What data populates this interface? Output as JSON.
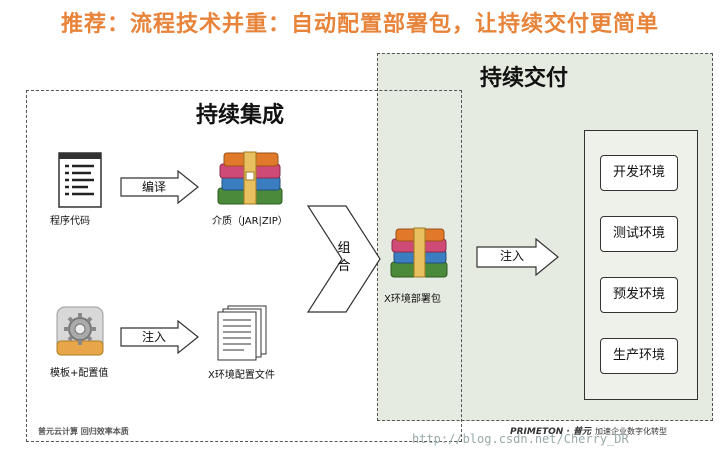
{
  "title": "推荐：流程技术并重：自动配置部署包，让持续交付更简单",
  "continuous_delivery": {
    "title": "持续交付",
    "environments": [
      "开发环境",
      "测试环境",
      "预发环境",
      "生产环境"
    ]
  },
  "continuous_integration": {
    "title": "持续集成"
  },
  "nodes": {
    "source_code": "程序代码",
    "artifact": "介质（JAR|ZIP）",
    "template_config": "模板+配置值",
    "env_config_file": "X环境配置文件",
    "env_package": "X环境部署包"
  },
  "arrows": {
    "compile": "编译",
    "inject_config": "注入",
    "combine": "组合",
    "inject_env": "注入"
  },
  "footer": {
    "left": "普元云计算 回归效率本质",
    "brand": "PRIMETON · 普元",
    "right": "加速企业数字化转型",
    "watermark": "http://blog.csdn.net/Cherry_DR"
  },
  "colors": {
    "title": "#e8833a",
    "delivery_bg": "#e5ebe0"
  }
}
